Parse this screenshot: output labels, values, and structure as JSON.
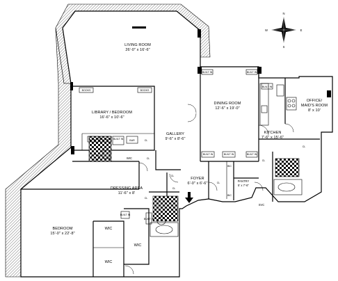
{
  "rooms": {
    "living": {
      "name": "LIVING ROOM",
      "dim": "26'-0\" x 16'-6\""
    },
    "library": {
      "name": "LIBRARY / BEDROOM",
      "dim": "16'-6\" x 10'-6\""
    },
    "dining": {
      "name": "DINING ROOM",
      "dim": "12'-6\" x 19'-0\""
    },
    "office": {
      "name": "OFFICE/",
      "name2": "MAID'S ROOM",
      "dim": "8' x 10'"
    },
    "kitchen": {
      "name": "KITCHEN",
      "dim": "7'-6\" x 15'-6\""
    },
    "gallery": {
      "name": "GALLERY",
      "dim": "9'-6\" x 8'-6\""
    },
    "foyer": {
      "name": "FOYER",
      "dim": "6'-0\" x 6'-6\""
    },
    "pantry": {
      "name": "PANTRY",
      "dim": "5' x 7'-6\""
    },
    "dressing": {
      "name": "DRESSING AREA",
      "dim": "11'-6\" x 8'"
    },
    "bedroom": {
      "name": "BEDROOM",
      "dim": "15'-0\" x 22'-8\""
    }
  },
  "labels": {
    "books": "BOOKS",
    "built_in": "BUILT IN",
    "bar": "BAR",
    "cl": "CL",
    "wic": "WIC",
    "svc": "SVC",
    "bic": "BIC"
  },
  "compass": {
    "n": "N",
    "s": "S",
    "e": "E",
    "w": "W"
  }
}
